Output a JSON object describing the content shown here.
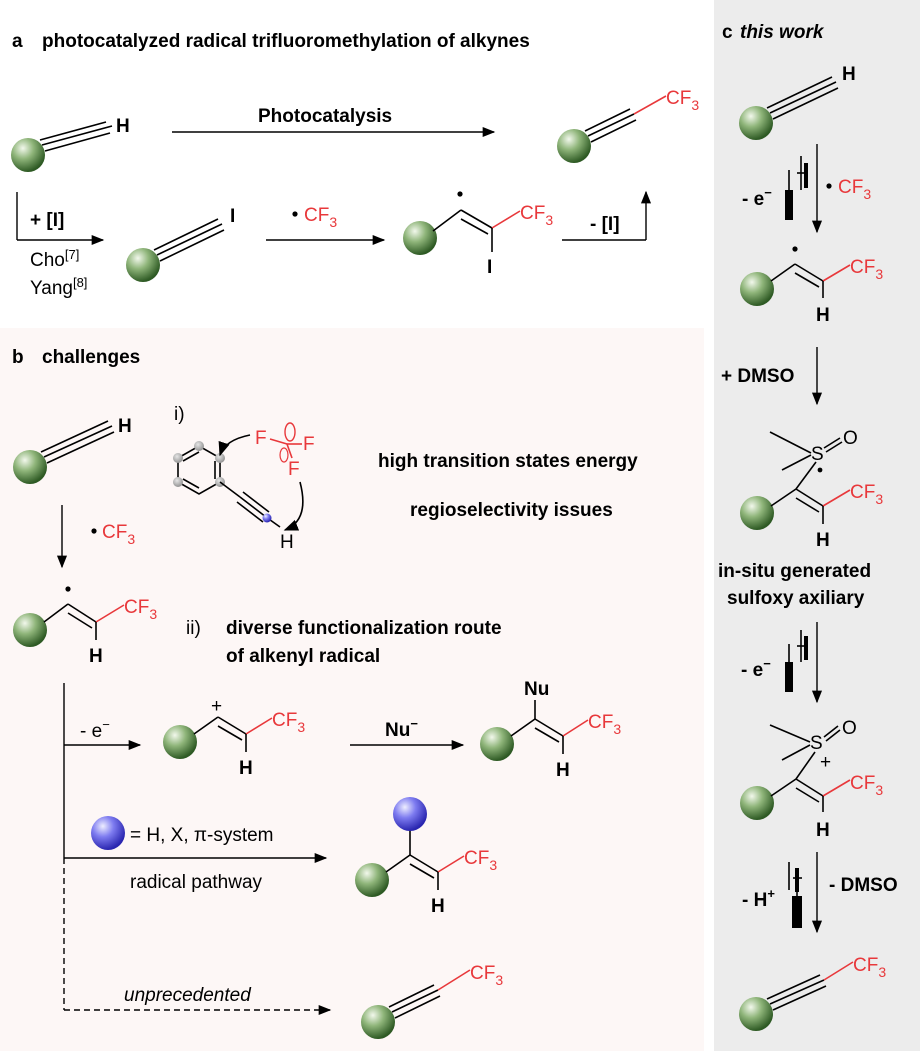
{
  "colors": {
    "red": "#e8383b",
    "green_ball": "#3f6e2f",
    "blue_ball": "#3a36d0",
    "panel_b_bg": "#fdf7f6",
    "panel_c_bg": "#ececec"
  },
  "panel_a": {
    "label": "a",
    "title": "photocatalyzed radical trifluoromethylation of alkynes",
    "arrow_main": "Photocatalysis",
    "arrow_reagent": "+ [I]",
    "ref1_name": "Cho",
    "ref1_num": "[7]",
    "ref2_name": "Yang",
    "ref2_num": "[8]",
    "radical_reagent": "CF",
    "sub3": "3",
    "minus_I": "- [I]",
    "H": "H",
    "I": "I"
  },
  "panel_b": {
    "label": "b",
    "title": "challenges",
    "roman1": "i)",
    "roman2": "ii)",
    "issue1": "high transition states energy",
    "issue2": "regioselectivity issues",
    "issue3_line1": "diverse functionalization route",
    "issue3_line2": "of alkenyl radical",
    "minus_e": "- e",
    "nu": "Nu",
    "ball_legend": "= H, X, π-system",
    "radical_pathway": "radical pathway",
    "unprecedented": "unprecedented",
    "F": "F"
  },
  "panel_c": {
    "label": "c",
    "title": "this work",
    "minus_e": "- e",
    "plus_dmso": "+ DMSO",
    "insitu_line1": "in-situ generated",
    "insitu_line2": "sulfoxy axiliary",
    "minus_h": "- H",
    "minus_dmso": "- DMSO",
    "S": "S",
    "O": "O",
    "battery_sym": "I"
  }
}
